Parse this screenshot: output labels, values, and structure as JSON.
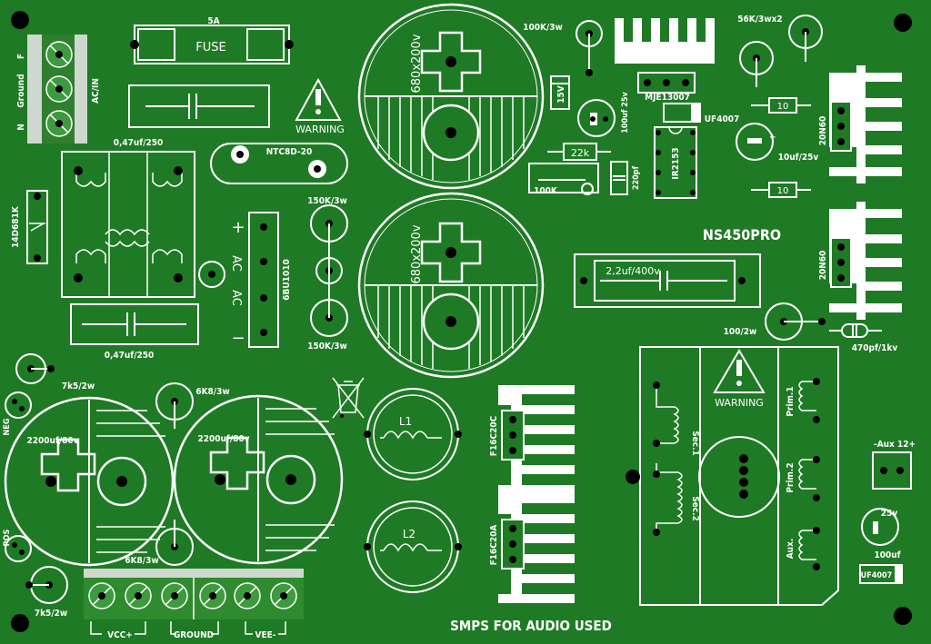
{
  "board": {
    "title": "NS450PRO",
    "footer": "SMPS FOR AUDIO USED",
    "warning": "WARNING",
    "colors": {
      "board": "#1f7a25",
      "silk": "#ffffff",
      "pad": "#000000",
      "bulk": "#2e8b2e"
    }
  },
  "labels": {
    "fuse_rating": "5A",
    "fuse": "FUSE",
    "ac_in": "AC/IN",
    "f": "F",
    "ground": "Ground",
    "n": "N",
    "cap_x_top": "0,47uf/250",
    "cap_x_bottom": "0,47uf/250",
    "varistor": "14D681K",
    "ntc": "NTC8D-20",
    "bridge": "6BU1010",
    "plus": "+",
    "minus": "−",
    "ac1": "AC",
    "ac2": "AC",
    "r150k_top": "150K/3w",
    "r150k_bottom": "150K/3w",
    "bulk_cap_top": "680x200v",
    "bulk_cap_bottom": "680x200v",
    "r100k": "100K/3w",
    "zener": "15V",
    "cap100uf": "100uf 25v",
    "transistor": "MJE13007",
    "uf4007_top": "UF4007",
    "r56k": "56K/3wx2",
    "r10_top": "10",
    "r10_bottom": "10",
    "cap10uf": "10uf/25v",
    "mosfet1": "20N60",
    "mosfet2": "20N60",
    "r22k": "22k",
    "pot100k": "100K",
    "cap220pf": "220pf",
    "ic": "IR2153",
    "film_cap": "2,2uf/400v",
    "r100_2w": "100/2w",
    "cap470pf": "470pf/1kv",
    "r7k5_top": "7k5/2w",
    "r7k5_bottom": "7k5/2w",
    "neg": "NEG",
    "pos": "POS",
    "r6k8_top": "6K8/3w",
    "r6k8_bottom": "6K8/3w",
    "out_cap1": "2200uf/80v",
    "out_cap2": "2200uf/80v",
    "l1": "L1",
    "l2": "L2",
    "diode1": "F16C20C",
    "diode2": "F16C20A",
    "vcc": "VCC+",
    "gnd": "GROUND",
    "vee": "VEE-",
    "sec1": "Sec.1",
    "sec2": "Sec.2",
    "prim1": "Prim.1",
    "prim2": "Prim.2",
    "aux": "Aux.",
    "aux12": "-Aux 12+",
    "cap25v": "25v",
    "cap100uf_aux": "100uf",
    "uf4007_bottom": "UF4007"
  }
}
